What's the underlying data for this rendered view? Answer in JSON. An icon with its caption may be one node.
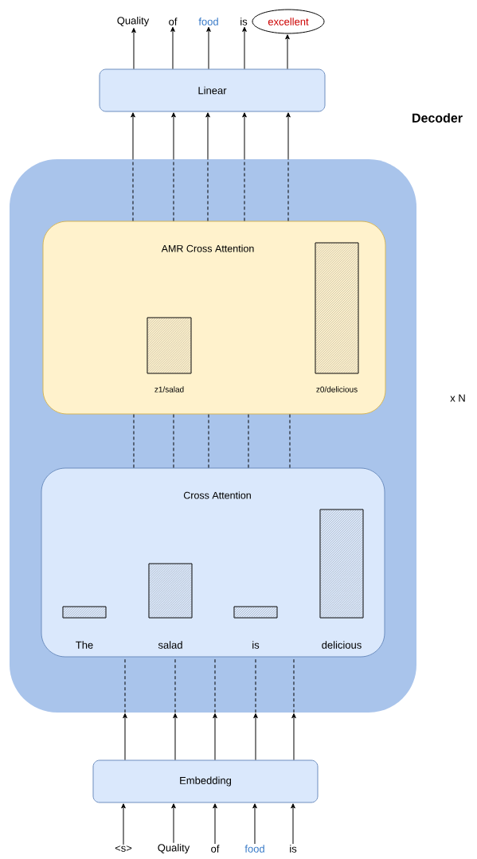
{
  "diagram": {
    "nodes": [
      {
        "text": [
          "Quality"
        ]
      },
      {
        "text": [
          "of"
        ]
      },
      {
        "text": [
          "food"
        ]
      },
      {
        "text": [
          "is"
        ]
      },
      {
        "text": [
          "excellent"
        ]
      },
      {
        "text": [
          "Linear"
        ]
      },
      {
        "text": [
          "Decoder"
        ],
        "beside": [
          "x N"
        ]
      },
      {
        "text": [
          "AMR Cross Attention"
        ],
        "in": 6
      },
      {
        "text": [],
        "shape": "bar",
        "in": 7,
        "beside": [
          "z1/salad"
        ]
      },
      {
        "text": [],
        "shape": "bar",
        "in": 7,
        "beside": [
          "z0/delicious"
        ]
      },
      {
        "text": [
          "Cross Attention"
        ],
        "in": 6
      },
      {
        "text": [],
        "shape": "bar",
        "in": 10,
        "beside": [
          "The"
        ]
      },
      {
        "text": [],
        "shape": "bar",
        "in": 10,
        "beside": [
          "salad"
        ]
      },
      {
        "text": [],
        "shape": "bar",
        "in": 10,
        "beside": [
          "is"
        ]
      },
      {
        "text": [],
        "shape": "bar",
        "in": 10,
        "beside": [
          "delicious"
        ]
      },
      {
        "text": [
          "Embedding"
        ]
      },
      {
        "text": [
          "<s>"
        ]
      },
      {
        "text": [
          "Quality"
        ]
      },
      {
        "text": [
          "of"
        ]
      },
      {
        "text": [
          "food"
        ]
      },
      {
        "text": [
          "is"
        ]
      }
    ],
    "edges": [
      {
        "from": 5,
        "to": 0,
        "arrow": "to"
      },
      {
        "from": 5,
        "to": 1,
        "arrow": "to"
      },
      {
        "from": 5,
        "to": 2,
        "arrow": "to"
      },
      {
        "from": 5,
        "to": 3,
        "arrow": "to"
      },
      {
        "from": 5,
        "to": 4,
        "arrow": "to"
      },
      {
        "from": 6,
        "to": 5,
        "arrow": "to"
      },
      {
        "from": 6,
        "to": 5,
        "arrow": "to"
      },
      {
        "from": 6,
        "to": 5,
        "arrow": "to"
      },
      {
        "from": 6,
        "to": 5,
        "arrow": "to"
      },
      {
        "from": 6,
        "to": 5,
        "arrow": "to"
      },
      {
        "from": 7,
        "to": 6,
        "arrow": "none",
        "style": "dashed"
      },
      {
        "from": 7,
        "to": 6,
        "arrow": "none",
        "style": "dashed"
      },
      {
        "from": 7,
        "to": 6,
        "arrow": "none",
        "style": "dashed"
      },
      {
        "from": 7,
        "to": 6,
        "arrow": "none",
        "style": "dashed"
      },
      {
        "from": 7,
        "to": 6,
        "arrow": "none",
        "style": "dashed"
      },
      {
        "from": 10,
        "to": 7,
        "arrow": "none",
        "style": "dashed"
      },
      {
        "from": 10,
        "to": 7,
        "arrow": "none",
        "style": "dashed"
      },
      {
        "from": 10,
        "to": 7,
        "arrow": "none",
        "style": "dashed"
      },
      {
        "from": 10,
        "to": 7,
        "arrow": "none",
        "style": "dashed"
      },
      {
        "from": 10,
        "to": 7,
        "arrow": "none",
        "style": "dashed"
      },
      {
        "from": 6,
        "to": 10,
        "arrow": "none",
        "style": "dashed"
      },
      {
        "from": 6,
        "to": 10,
        "arrow": "none",
        "style": "dashed"
      },
      {
        "from": 6,
        "to": 10,
        "arrow": "none",
        "style": "dashed"
      },
      {
        "from": 6,
        "to": 10,
        "arrow": "none",
        "style": "dashed"
      },
      {
        "from": 6,
        "to": 10,
        "arrow": "none",
        "style": "dashed"
      },
      {
        "from": 15,
        "to": 6,
        "arrow": "to"
      },
      {
        "from": 15,
        "to": 6,
        "arrow": "to"
      },
      {
        "from": 15,
        "to": 6,
        "arrow": "to"
      },
      {
        "from": 15,
        "to": 6,
        "arrow": "to"
      },
      {
        "from": 15,
        "to": 6,
        "arrow": "to"
      },
      {
        "from": 16,
        "to": 15,
        "arrow": "to"
      },
      {
        "from": 17,
        "to": 15,
        "arrow": "to"
      },
      {
        "from": 18,
        "to": 15,
        "arrow": "to"
      },
      {
        "from": 19,
        "to": 15,
        "arrow": "to"
      },
      {
        "from": 20,
        "to": 15,
        "arrow": "to"
      }
    ]
  }
}
